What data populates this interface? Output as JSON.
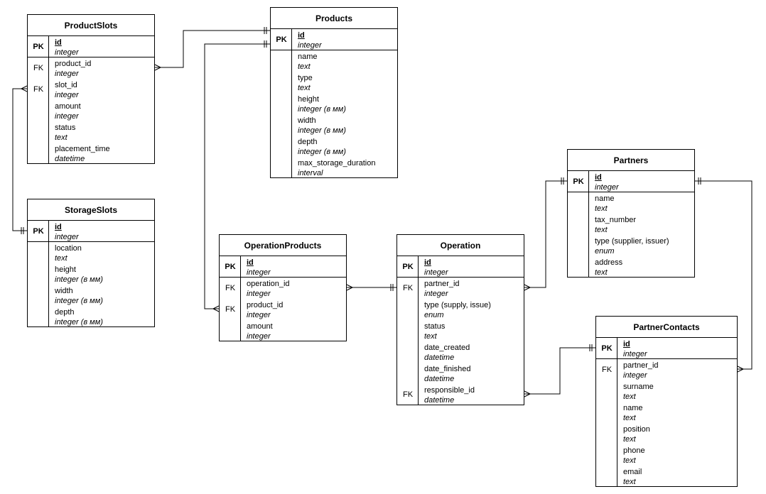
{
  "entities": [
    {
      "id": "product-slots",
      "title": "ProductSlots",
      "pk": {
        "name": "id",
        "type": "integer"
      },
      "fields": [
        {
          "key": "FK",
          "name": "product_id",
          "type": "integer"
        },
        {
          "key": "FK",
          "name": "slot_id",
          "type": "integer"
        },
        {
          "key": "",
          "name": "amount",
          "type": "integer"
        },
        {
          "key": "",
          "name": "status",
          "type": "text"
        },
        {
          "key": "",
          "name": "placement_time",
          "type": "datetime"
        }
      ]
    },
    {
      "id": "products",
      "title": "Products",
      "pk": {
        "name": "id",
        "type": "integer"
      },
      "fields": [
        {
          "key": "",
          "name": "name",
          "type": "text"
        },
        {
          "key": "",
          "name": "type",
          "type": "text"
        },
        {
          "key": "",
          "name": "height",
          "type": "integer (в мм)"
        },
        {
          "key": "",
          "name": "width",
          "type": "integer (в мм)"
        },
        {
          "key": "",
          "name": "depth",
          "type": "integer (в мм)"
        },
        {
          "key": "",
          "name": "max_storage_duration",
          "type": "interval"
        }
      ]
    },
    {
      "id": "storage-slots",
      "title": "StorageSlots",
      "pk": {
        "name": "id",
        "type": "integer"
      },
      "fields": [
        {
          "key": "",
          "name": "location",
          "type": "text"
        },
        {
          "key": "",
          "name": "height",
          "type": "integer (в мм)"
        },
        {
          "key": "",
          "name": "width",
          "type": "integer (в мм)"
        },
        {
          "key": "",
          "name": "depth",
          "type": "integer (в мм)"
        }
      ]
    },
    {
      "id": "operation-products",
      "title": "OperationProducts",
      "pk": {
        "name": "id",
        "type": "integer"
      },
      "fields": [
        {
          "key": "FK",
          "name": "operation_id",
          "type": "integer"
        },
        {
          "key": "FK",
          "name": "product_id",
          "type": "integer"
        },
        {
          "key": "",
          "name": "amount",
          "type": "integer"
        }
      ]
    },
    {
      "id": "operation",
      "title": "Operation",
      "pk": {
        "name": "id",
        "type": "integer"
      },
      "fields": [
        {
          "key": "FK",
          "name": "partner_id",
          "type": "integer"
        },
        {
          "key": "",
          "name": "type (supply, issue)",
          "type": "enum"
        },
        {
          "key": "",
          "name": "status",
          "type": "text"
        },
        {
          "key": "",
          "name": "date_created",
          "type": "datetime"
        },
        {
          "key": "",
          "name": "date_finished",
          "type": "datetime"
        },
        {
          "key": "FK",
          "name": "responsible_id",
          "type": "datetime"
        }
      ]
    },
    {
      "id": "partners",
      "title": "Partners",
      "pk": {
        "name": "id",
        "type": "integer"
      },
      "fields": [
        {
          "key": "",
          "name": "name",
          "type": "text"
        },
        {
          "key": "",
          "name": "tax_number",
          "type": "text"
        },
        {
          "key": "",
          "name": "type (supplier, issuer)",
          "type": "enum"
        },
        {
          "key": "",
          "name": "address",
          "type": "text"
        }
      ]
    },
    {
      "id": "partner-contacts",
      "title": "PartnerContacts",
      "pk": {
        "name": "id",
        "type": "integer"
      },
      "fields": [
        {
          "key": "FK",
          "name": "partner_id",
          "type": "integer"
        },
        {
          "key": "",
          "name": "surname",
          "type": "text"
        },
        {
          "key": "",
          "name": "name",
          "type": "text"
        },
        {
          "key": "",
          "name": "position",
          "type": "text"
        },
        {
          "key": "",
          "name": "phone",
          "type": "text"
        },
        {
          "key": "",
          "name": "email",
          "type": "text"
        }
      ]
    }
  ],
  "relationships": [
    {
      "from": "ProductSlots.product_id",
      "to": "Products.id",
      "from_cardinality": "many",
      "to_cardinality": "one"
    },
    {
      "from": "ProductSlots.slot_id",
      "to": "StorageSlots.id",
      "from_cardinality": "many",
      "to_cardinality": "one"
    },
    {
      "from": "OperationProducts.product_id",
      "to": "Products.id",
      "from_cardinality": "many",
      "to_cardinality": "one"
    },
    {
      "from": "OperationProducts.operation_id",
      "to": "Operation.id",
      "from_cardinality": "many",
      "to_cardinality": "one"
    },
    {
      "from": "Operation.partner_id",
      "to": "Partners.id",
      "from_cardinality": "many",
      "to_cardinality": "one"
    },
    {
      "from": "Operation.responsible_id",
      "to": "PartnerContacts.id",
      "from_cardinality": "many",
      "to_cardinality": "one"
    },
    {
      "from": "PartnerContacts.partner_id",
      "to": "Partners.id",
      "from_cardinality": "many",
      "to_cardinality": "one"
    }
  ]
}
